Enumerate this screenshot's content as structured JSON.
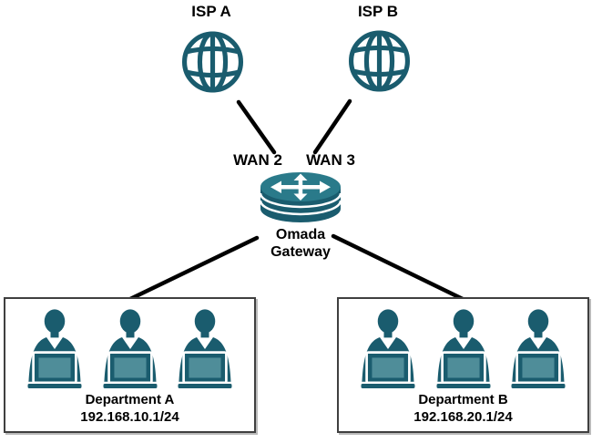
{
  "colors": {
    "teal_dark": "#1a5c6e",
    "teal_top": "#2a7a8a",
    "screen": "#4f8d99",
    "line": "#000000"
  },
  "isps": [
    {
      "label": "ISP A"
    },
    {
      "label": "ISP B"
    }
  ],
  "wan_ports": [
    {
      "label": "WAN 2"
    },
    {
      "label": "WAN 3"
    }
  ],
  "gateway": {
    "name_line1": "Omada",
    "name_line2": "Gateway"
  },
  "departments": [
    {
      "name": "Department A",
      "subnet": "192.168.10.1/24",
      "client_count": 3
    },
    {
      "name": "Department B",
      "subnet": "192.168.20.1/24",
      "client_count": 3
    }
  ]
}
